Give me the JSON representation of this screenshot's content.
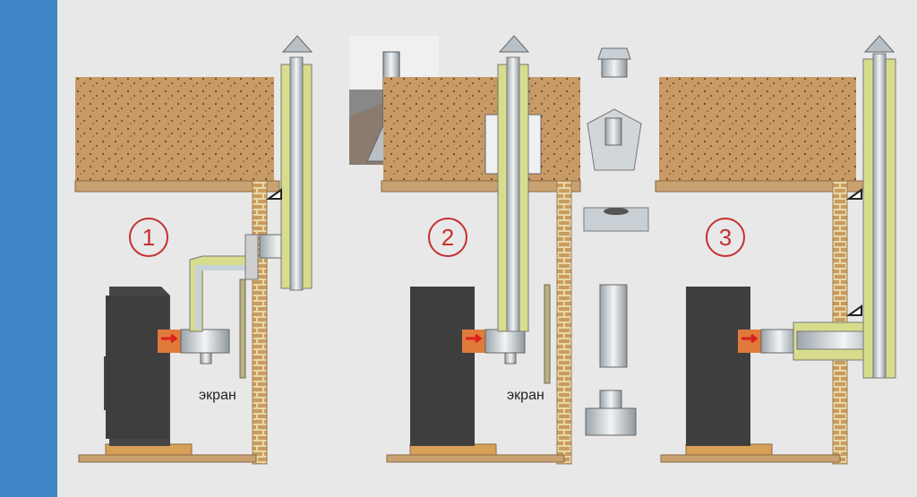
{
  "labels": {
    "n1": "1",
    "n2": "2",
    "n3": "3",
    "ekran1": "экран",
    "ekran2": "экран"
  },
  "colors": {
    "side_strip": "#3f86c6",
    "ceiling": "#c79a66",
    "insulation": "#d7dd8c",
    "pipe": "#c9d3da",
    "boiler": "#444444",
    "brick": "#cfa96e",
    "number": "#c53030"
  }
}
